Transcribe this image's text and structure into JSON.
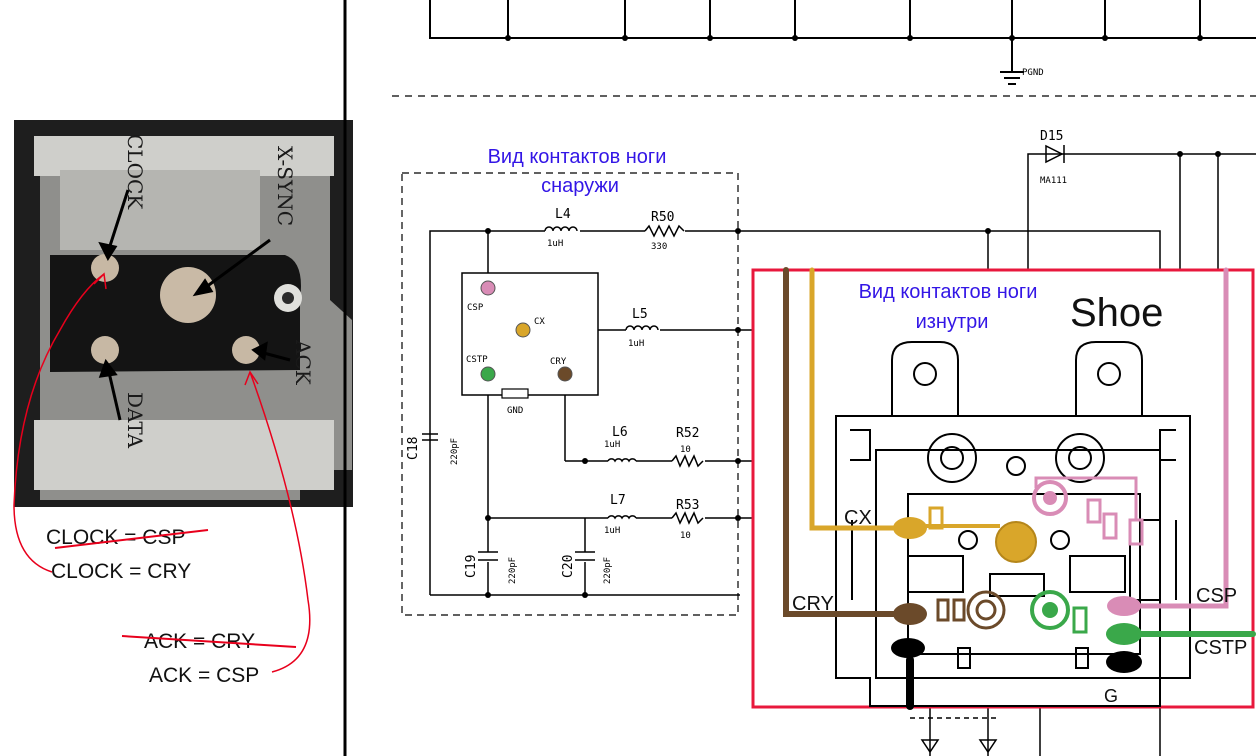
{
  "photo": {
    "label_clock": "CLOCK",
    "label_xsync": "X-SYNC",
    "label_data": "DATA",
    "label_ack": "ACK"
  },
  "notes": {
    "clock_wrong": "CLOCK = CSP",
    "clock_right": "CLOCK = CRY",
    "ack_wrong": "ACK = CRY",
    "ack_right": "ACK = CSP"
  },
  "schematic": {
    "outside_caption_1": "Вид контактов ноги",
    "outside_caption_2": "снаружи",
    "inside_caption_1": "Вид контактов ноги",
    "inside_caption_2": "изнутри",
    "shoe_label": "Shoe",
    "pgnd": "PGND",
    "d15": "D15",
    "ma111": "MA111",
    "l4": "L4",
    "l4_val": "1uH",
    "r50": "R50",
    "r50_val": "330",
    "l5": "L5",
    "l5_val": "1uH",
    "l6": "L6",
    "l6_val": "1uH",
    "r52": "R52",
    "r52_val": "10",
    "l7": "L7",
    "l7_val": "1uH",
    "r53": "R53",
    "r53_val": "10",
    "c18": "C18",
    "c18_val": "220pF",
    "c19": "C19",
    "c19_val": "220pF",
    "c20": "C20",
    "c20_val": "220pF",
    "csp": "CSP",
    "cx": "CX",
    "cstp": "CSTP",
    "cry": "CRY",
    "gnd": "GND",
    "shoe_cx": "CX",
    "shoe_cry": "CRY",
    "shoe_csp": "CSP",
    "shoe_cstp": "CSTP",
    "shoe_g": "G"
  },
  "colors": {
    "annotation_red": "#e8001c",
    "caption_blue": "#3316e6",
    "cx_yellow": "#d9a62a",
    "csp_pink": "#d98cb6",
    "cstp_green": "#3aa84a",
    "cry_brown": "#6b4a2a",
    "border_red": "#e8183c"
  }
}
